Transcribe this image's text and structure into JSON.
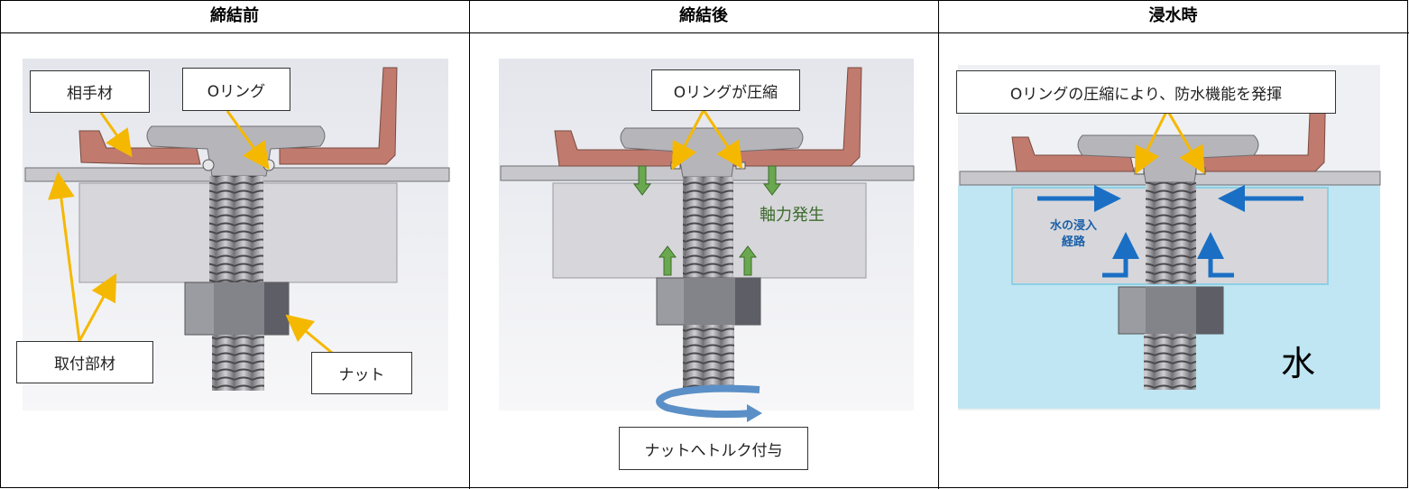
{
  "columns": [
    {
      "title": "締結前"
    },
    {
      "title": "締結後"
    },
    {
      "title": "浸水時"
    }
  ],
  "panel1": {
    "label_partner": "相手材",
    "label_oring": "Oリング",
    "label_mount": "取付部材",
    "label_nut": "ナット"
  },
  "panel2": {
    "label_oring_compress": "Oリングが圧縮",
    "label_axial_force": "軸力発生",
    "label_torque": "ナットへトルク付与"
  },
  "panel3": {
    "label_waterproof": "Oリングの圧縮により、防水機能を発揮",
    "label_water_path_1": "水の浸入",
    "label_water_path_2": "経路",
    "label_water": "水"
  },
  "colors": {
    "partner_material": "#c07b6e",
    "mount": "#d7d7db",
    "water": "#bfe6f2",
    "yellow_arrow": "#f5b800",
    "green_arrow": "#6aa84f",
    "blue_arrow": "#1a6fc4"
  }
}
